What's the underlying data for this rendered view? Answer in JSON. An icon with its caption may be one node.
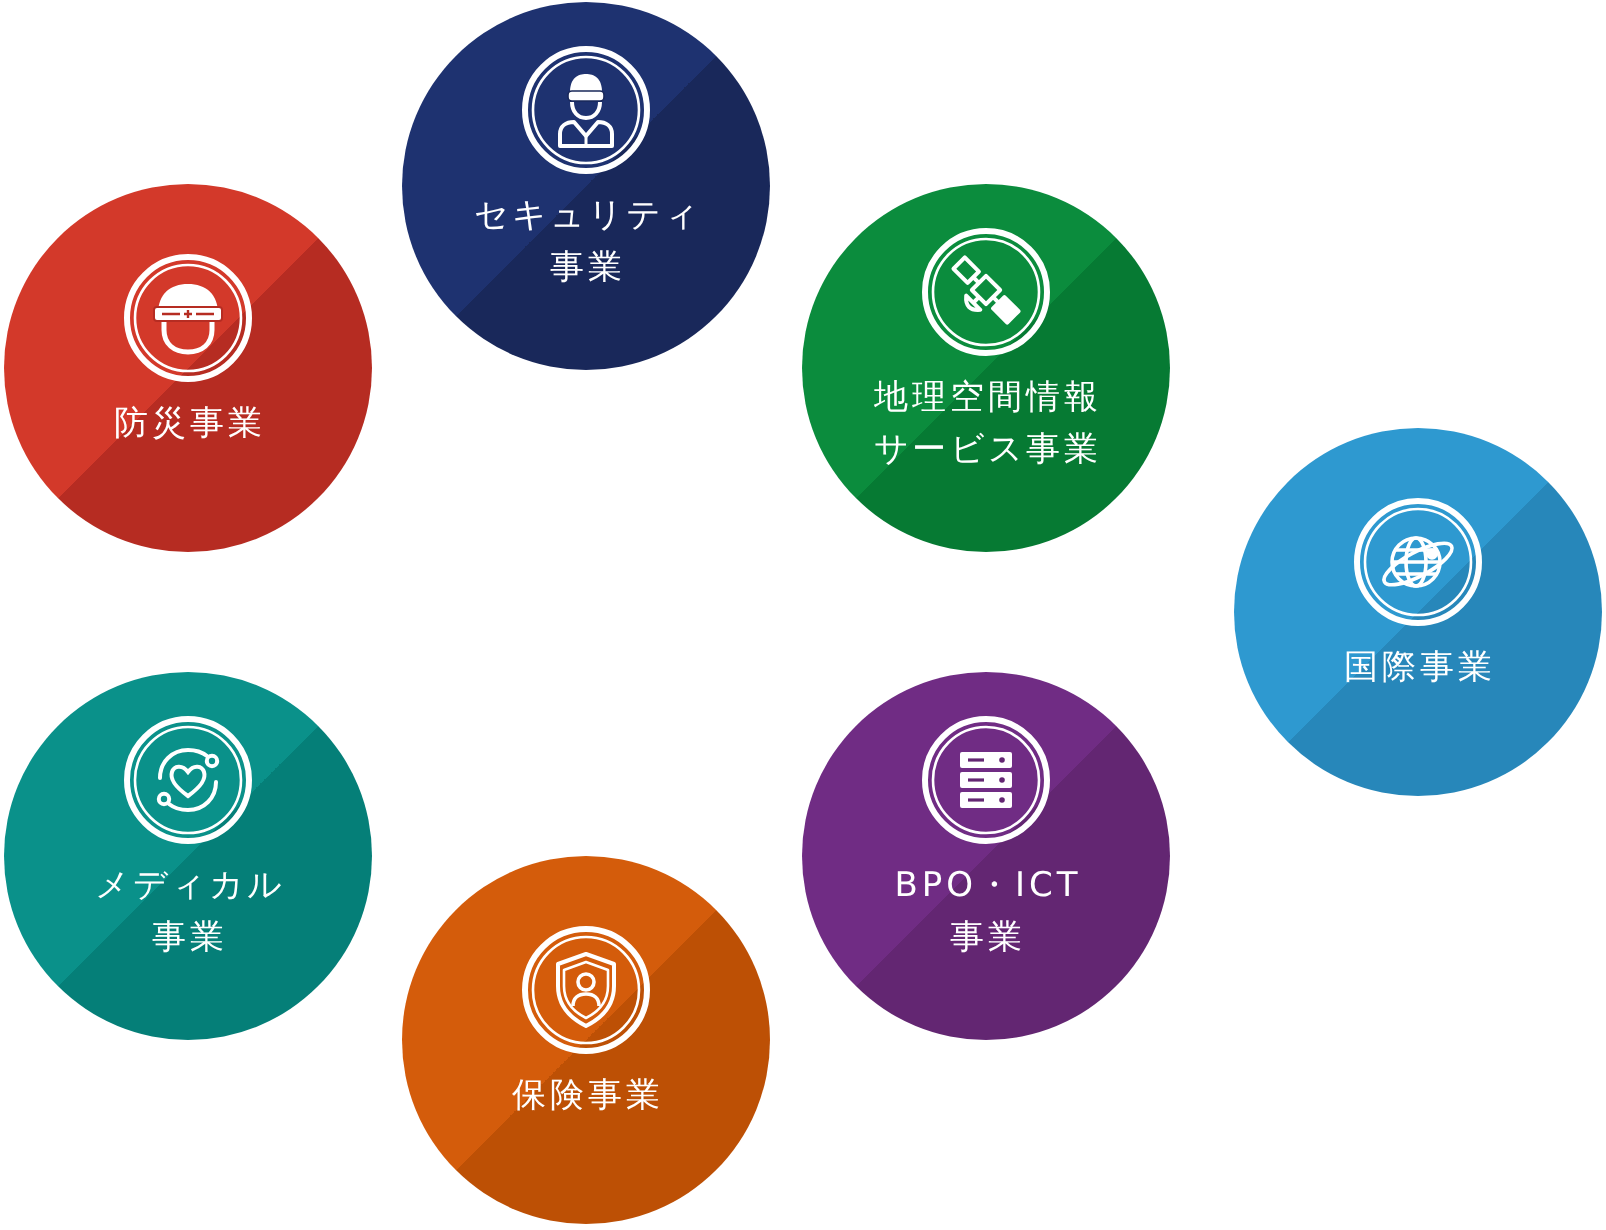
{
  "diagram": {
    "nodes": [
      {
        "text": [
          "セキュリティ事業"
        ]
      },
      {
        "text": [
          "防災事業"
        ]
      },
      {
        "text": [
          "地理空間情報サービス事業"
        ]
      },
      {
        "text": [
          "国際事業"
        ]
      },
      {
        "text": [
          "メディカル事業"
        ]
      },
      {
        "text": [
          "BPO・ICT事業"
        ]
      },
      {
        "text": [
          "保険事業"
        ]
      }
    ]
  }
}
